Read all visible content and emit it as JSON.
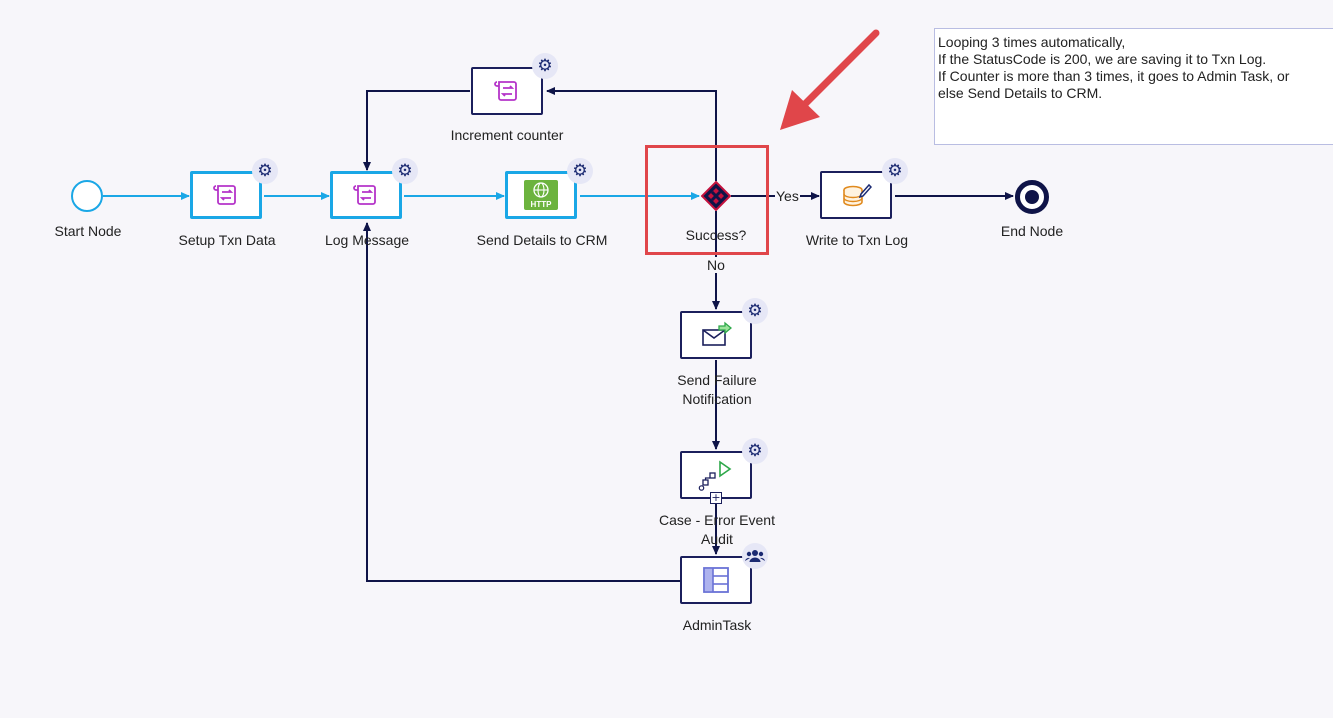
{
  "nodes": {
    "start": "Start Node",
    "setup": "Setup Txn Data",
    "log": "Log Message",
    "send_crm": "Send Details to CRM",
    "increment": "Increment counter",
    "gateway": "Success?",
    "write_log": "Write to Txn Log",
    "end": "End Node",
    "failure_line1": "Send Failure",
    "failure_line2": "Notification",
    "case_line1": "Case - Error Event",
    "case_line2": "Audit",
    "admin": "AdminTask"
  },
  "edges": {
    "yes": "Yes",
    "no": "No"
  },
  "note": [
    "Looping 3 times automatically,",
    "If the StatusCode is 200, we are saving it to Txn Log.",
    "If Counter is more than 3 times, it goes to Admin Task, or",
    "else Send Details to CRM."
  ],
  "icons": {
    "settings": "gear-icon",
    "script": "script-icon",
    "http": "http-icon",
    "database": "database-edit-icon",
    "email": "email-send-icon",
    "subprocess": "subprocess-icon",
    "task": "task-form-icon",
    "users": "users-icon",
    "http_text": "HTTP"
  },
  "colors": {
    "flow_active": "#1aa7e6",
    "flow": "#0f1448",
    "highlight": "#e0464a",
    "gateway": "#c4123e"
  }
}
